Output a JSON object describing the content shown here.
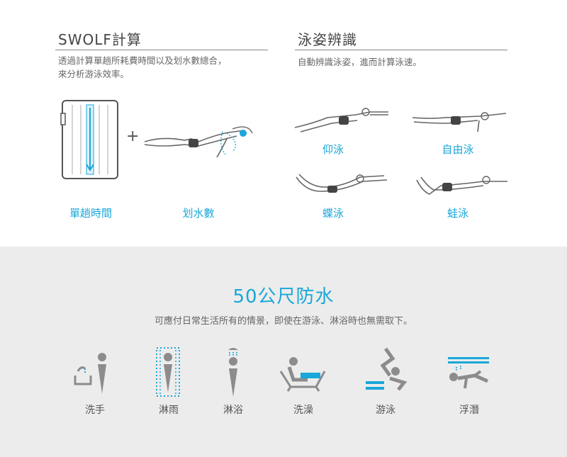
{
  "swolf": {
    "title": "SWOLF計算",
    "description_line1": "透過計算單趟所耗費時間以及划水數總合，",
    "description_line2": "來分析游泳效率。",
    "plus": "+",
    "labels": [
      "單趟時間",
      "划水數"
    ]
  },
  "stroke_recognition": {
    "title": "泳姿辨識",
    "description": "自動辨識泳姿，進而計算泳速。",
    "strokes": [
      "仰泳",
      "自由泳",
      "蝶泳",
      "蛙泳"
    ]
  },
  "waterproof": {
    "title": "50公尺防水",
    "description": "可應付日常生活所有的情景，即使在游泳、淋浴時也無需取下。",
    "activities": [
      {
        "label": "洗手",
        "icon": "hand-washing-icon"
      },
      {
        "label": "淋雨",
        "icon": "rain-icon"
      },
      {
        "label": "淋浴",
        "icon": "shower-icon"
      },
      {
        "label": "洗澡",
        "icon": "bathtub-icon"
      },
      {
        "label": "游泳",
        "icon": "swimming-icon"
      },
      {
        "label": "浮潛",
        "icon": "snorkeling-icon"
      }
    ]
  },
  "colors": {
    "accent": "#1aa7d9",
    "text": "#555555",
    "bottom_bg": "#ececec",
    "icon_gray": "#8c8c8c"
  }
}
